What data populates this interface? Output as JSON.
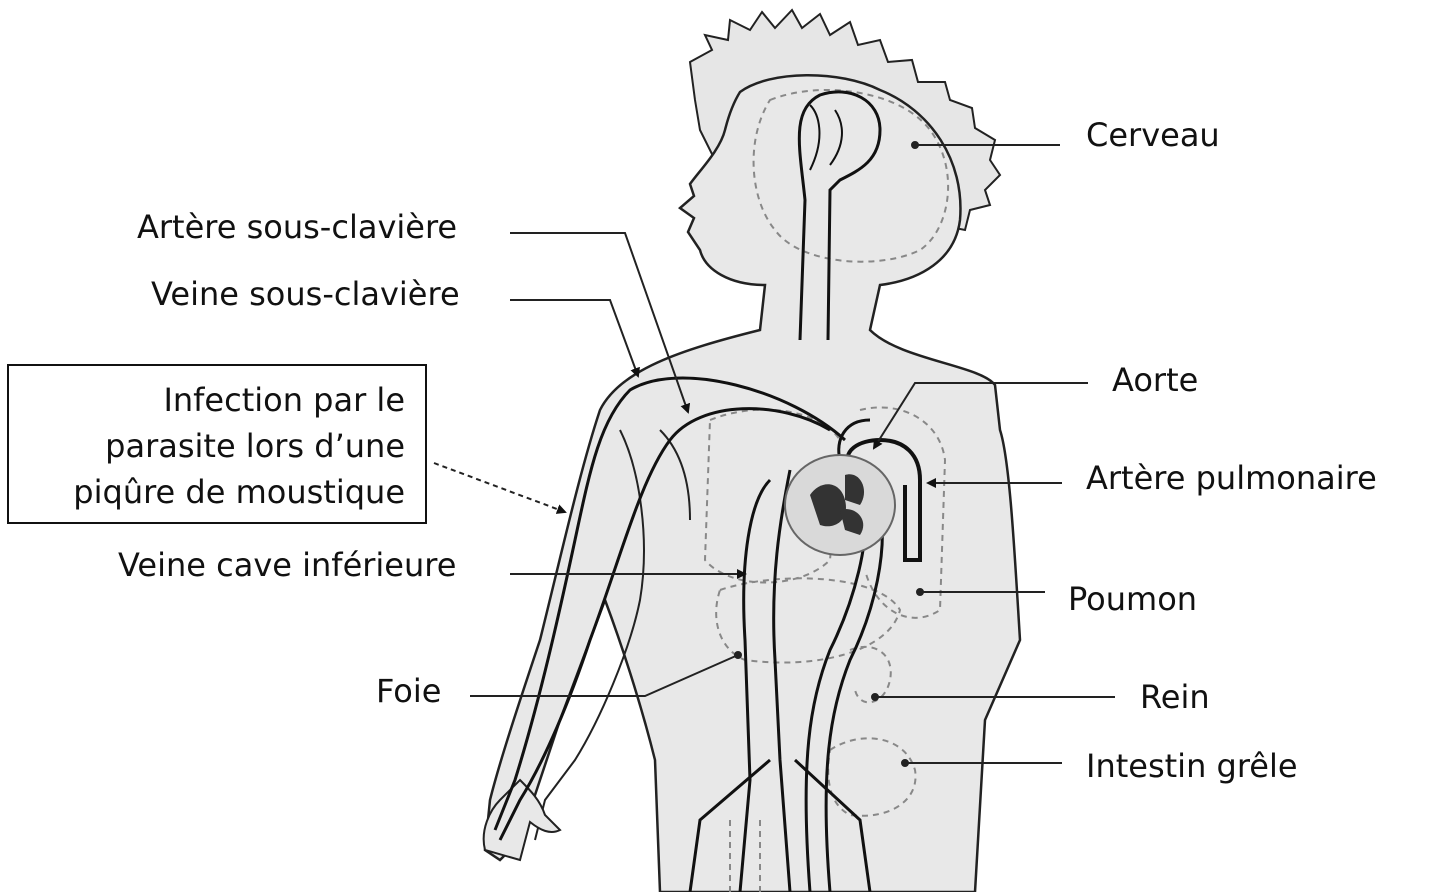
{
  "labels": {
    "cerveau": "Cerveau",
    "artere_sous_claviere": "Artère sous-clavière",
    "veine_sous_claviere": "Veine sous-clavière",
    "aorte": "Aorte",
    "artere_pulmonaire": "Artère pulmonaire",
    "veine_cave_inferieure": "Veine cave inférieure",
    "poumon": "Poumon",
    "foie": "Foie",
    "rein": "Rein",
    "intestin_grele": "Intestin grêle"
  },
  "infection_box": {
    "line1": "Infection par le",
    "line2": "parasite lors d’une",
    "line3": "piqûre de moustique"
  }
}
